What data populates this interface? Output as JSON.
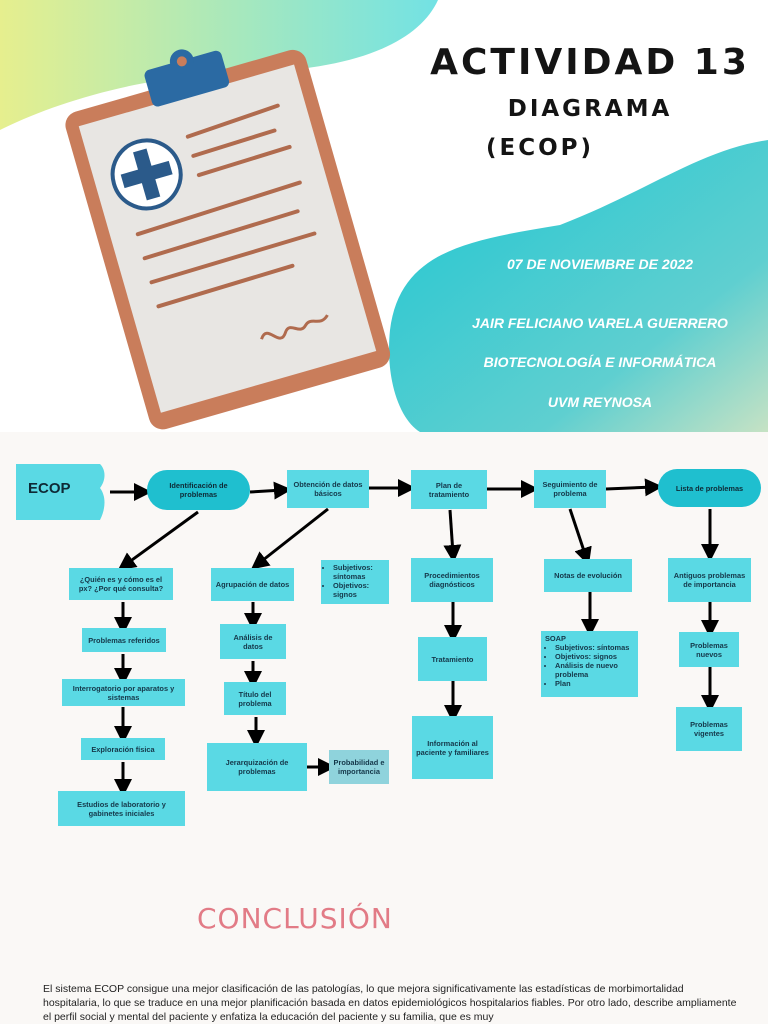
{
  "header": {
    "title": "ACTIVIDAD 13",
    "subtitle": "DIAGRAMA",
    "subtitle2": "(ECOP)",
    "date": "07 DE NOVIEMBRE DE 2022",
    "author": "JAIR FELICIANO VARELA GUERRERO",
    "program": "BIOTECNOLOGÍA E INFORMÁTICA",
    "school": "UVM REYNOSA"
  },
  "diagram": {
    "root": "ECOP",
    "main": [
      "Identificación de problemas",
      "Obtención de datos básicos",
      "Plan de tratamiento",
      "Seguimiento de problema",
      "Lista de problemas"
    ],
    "col1": [
      "¿Quién es y cómo es el px? ¿Por qué consulta?",
      "Problemas referidos",
      "Interrogatorio por aparatos y sistemas",
      "Exploración física",
      "Estudios de laboratorio y gabinetes iniciales"
    ],
    "col2": [
      "Agrupación de datos",
      "Análisis de datos",
      "Título del problema",
      "Jerarquización de problemas"
    ],
    "col2_side_bullets": [
      "Subjetivos: síntomas",
      "Objetivos: signos"
    ],
    "col2_side2": "Probabilidad e importancia",
    "col3": [
      "Procedimientos diagnósticos",
      "Tratamiento",
      "Información al paciente y familiares"
    ],
    "col4": [
      "Notas de evolución"
    ],
    "soap_title": "SOAP",
    "soap_items": [
      "Subjetivos: síntomas",
      "Objetivos: signos",
      "Análisis de nuevo problema",
      "Plan"
    ],
    "col5": [
      "Antiguos problemas de importancia",
      "Problemas nuevos",
      "Problemas vigentes"
    ]
  },
  "conclusion": {
    "heading": "CONCLUSIÓN",
    "text": "El sistema ECOP consigue una mejor clasificación de las patologías, lo que mejora significativamente las estadísticas de morbimortalidad hospitalaria, lo que se traduce en una mejor planificación basada en datos epidemiológicos hospitalarios fiables. Por otro lado, describe ampliamente el perfil social y mental del paciente y enfatiza la educación del paciente y su familia, que es muy"
  },
  "colors": {
    "box": "#5ad9e4",
    "pill": "#1fbfcf",
    "accent": "#e27b86"
  }
}
